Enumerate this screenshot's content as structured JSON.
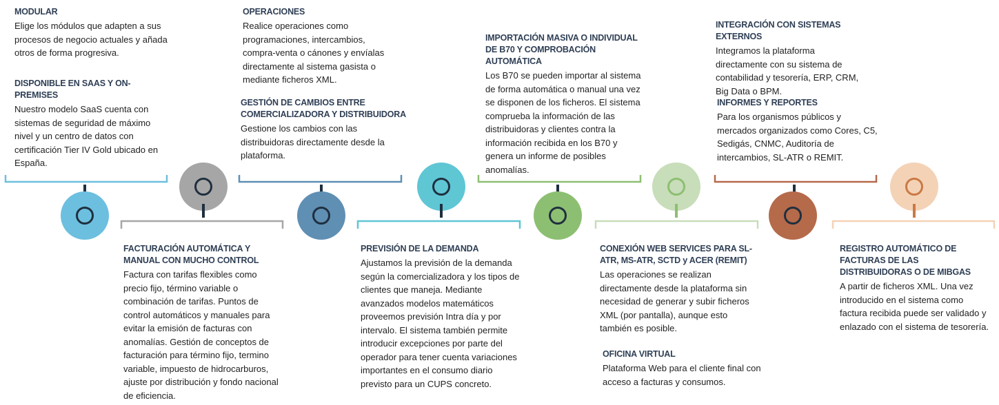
{
  "blocks": [
    {
      "title": "MODULAR",
      "text": "Elige los módulos que adapten a sus procesos de negocio actuales y añada otros de forma progresiva."
    },
    {
      "title": "DISPONIBLE EN SAAS Y ON-PREMISES",
      "text": "Nuestro modelo SaaS cuenta con sistemas de seguridad de máximo nivel y un centro de datos con certificación Tier IV Gold ubicado en España."
    },
    {
      "title": "FACTURACIÓN AUTOMÁTICA Y MANUAL CON MUCHO CONTROL",
      "text": "Factura con tarifas flexibles como precio fijo, término variable o combinación de tarifas. Puntos de control automáticos y manuales para evitar la emisión de facturas con anomalías. Gestión de conceptos de facturación para término fijo, termino variable, impuesto de hidrocarburos, ajuste por distribución y fondo nacional de eficiencia."
    },
    {
      "title": "OPERACIONES",
      "text": "Realice operaciones como programaciones, intercambios, compra-venta o cánones y envíalas directamente al sistema gasista o mediante ficheros XML."
    },
    {
      "title": "GESTIÓN DE CAMBIOS ENTRE COMERCIALIZADORA Y DISTRIBUIDORA",
      "text": "Gestione los cambios con las distribuidoras directamente desde la plataforma."
    },
    {
      "title": "PREVISIÓN DE LA DEMANDA",
      "text": "Ajustamos la previsión de la demanda según la comercializadora y los tipos de clientes que maneja. Mediante avanzados modelos matemáticos proveemos previsión Intra día y por intervalo. El sistema también permite introducir excepciones por parte del operador para tener cuenta variaciones importantes en el consumo diario previsto para un CUPS concreto."
    },
    {
      "title": "IMPORTACIÓN MASIVA O INDIVIDUAL DE B70 Y COMPROBACIÓN AUTOMÁTICA",
      "text": "Los B70 se pueden importar al sistema de forma automática o manual una vez se disponen de los ficheros. El sistema comprueba la información de las distribuidoras y clientes contra la información recibida en los B70 y genera un informe de posibles anomalías."
    },
    {
      "title": "CONEXIÓN WEB SERVICES PARA SL-ATR, MS-ATR, SCTD y ACER (REMIT)",
      "text": "Las operaciones se realizan directamente desde la plataforma sin necesidad de generar y subir ficheros XML (por pantalla), aunque esto también es posible."
    },
    {
      "title": "OFICINA VIRTUAL",
      "text": "Plataforma Web para el cliente final con acceso a facturas y consumos."
    },
    {
      "title": "INTEGRACIÓN CON SISTEMAS EXTERNOS",
      "text": "Integramos la plataforma directamente con su sistema de contabilidad y tesorería, ERP, CRM, Big Data o BPM."
    },
    {
      "title": "INFORMES Y REPORTES",
      "text": "Para los organismos públicos y mercados organizados como Cores, C5, Sedigás, CNMC, Auditoría de intercambios, SL-ATR o REMIT."
    },
    {
      "title": "REGISTRO AUTOMÁTICO DE FACTURAS DE LAS DISTRIBUIDORAS O DE MIBGAS",
      "text": "A partir de ficheros XML. Una vez introducido en el sistema como factura recibida puede ser validado y enlazado con el sistema de tesorería."
    }
  ],
  "colors": {
    "step1": "#6cbfdf",
    "step2": "#a6a6a6",
    "step3": "#5f8fb3",
    "step4": "#5fc6d4",
    "step5": "#8dbf72",
    "step6": "#c8ddb9",
    "step7": "#b56a4a",
    "step8": "#f4d2b6"
  },
  "icons": [
    "ring-icon"
  ]
}
